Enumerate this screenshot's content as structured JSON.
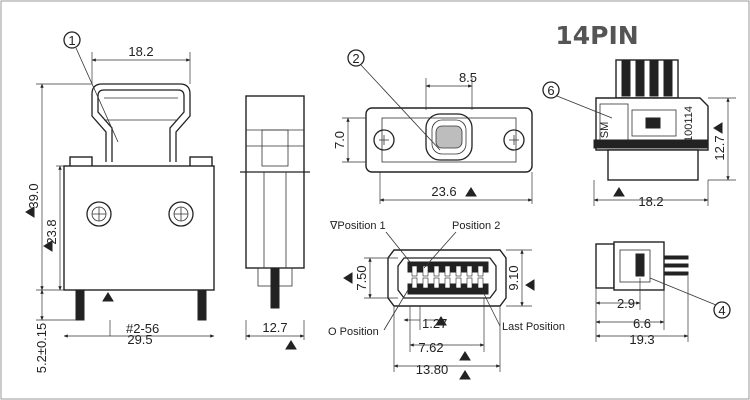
{
  "title": "14PIN",
  "callouts": [
    "1",
    "2",
    "4",
    "6"
  ],
  "dimensions": {
    "view1_width": "18.2",
    "view1_height": "39.0",
    "view1_mid_height": "23.8",
    "view1_bottom": "5.2±0.15",
    "view1_thread": "#2-56",
    "view1_hidden": "29.5",
    "view2_width": "12.7",
    "view3_width": "8.5",
    "view3_height": "7.0",
    "view3_total": "23.6",
    "view4_height": "12.7",
    "view4_width": "18.2",
    "view5_height_left": "7.50",
    "view5_height_right": "9.10",
    "view5_pitch": "1.27",
    "view5_span": "7.62",
    "view5_total": "13.80",
    "view6_d1": "2.9",
    "view6_d2": "6.6",
    "view6_d3": "19.3"
  },
  "labels": {
    "position1": "∇Position 1",
    "position2": "Position 2",
    "position0": "O Position",
    "last_position": "Last Position",
    "sm_mark": "SM",
    "part_no": "100114"
  },
  "colors": {
    "line": "#222222",
    "background": "#ffffff",
    "title": "#555555"
  }
}
